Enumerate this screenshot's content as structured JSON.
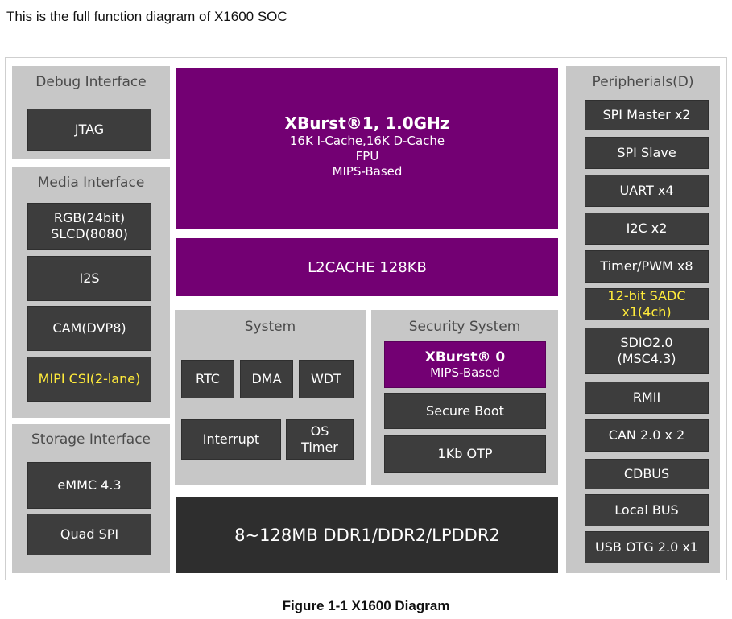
{
  "intro_text": "This is the full function diagram of X1600 SOC",
  "caption": "Figure 1-1 X1600 Diagram",
  "colors": {
    "panel": "#c7c7c7",
    "block": "#3d3d3d",
    "cpu": "#730073",
    "memory": "#2e2e2e",
    "highlight_text": "#ffeb3b"
  },
  "debug": {
    "title": "Debug Interface",
    "jtag": "JTAG"
  },
  "media": {
    "title": "Media Interface",
    "rgb_line1": "RGB(24bit)",
    "rgb_line2": "SLCD(8080)",
    "i2s": "I2S",
    "cam": "CAM(DVP8)",
    "mipi": "MIPI CSI(2-lane)"
  },
  "storage": {
    "title": "Storage Interface",
    "emmc": "eMMC 4.3",
    "quad_spi": "Quad SPI"
  },
  "cpu": {
    "title": "XBurst®1, 1.0GHz",
    "line1": "16K I-Cache,16K D-Cache",
    "line2": "FPU",
    "line3": "MIPS-Based"
  },
  "l2cache": "L2CACHE 128KB",
  "system": {
    "title": "System",
    "rtc": "RTC",
    "dma": "DMA",
    "wdt": "WDT",
    "interrupt": "Interrupt",
    "os_timer_line1": "OS",
    "os_timer_line2": "Timer"
  },
  "security": {
    "title": "Security System",
    "xburst0_title": "XBurst® 0",
    "xburst0_sub": "MIPS-Based",
    "secure_boot": "Secure Boot",
    "otp": "1Kb OTP"
  },
  "memory": "8~128MB DDR1/DDR2/LPDDR2",
  "peripherals": {
    "title": "Peripherials(D)",
    "items": [
      "SPI Master x2",
      "SPI Slave",
      "UART x4",
      "I2C x2",
      "Timer/PWM x8",
      "12-bit SADC",
      "x1(4ch)",
      "SDIO2.0",
      "(MSC4.3)",
      "RMII",
      "CAN 2.0 x 2",
      "CDBUS",
      "Local BUS",
      "USB OTG 2.0 x1"
    ]
  }
}
